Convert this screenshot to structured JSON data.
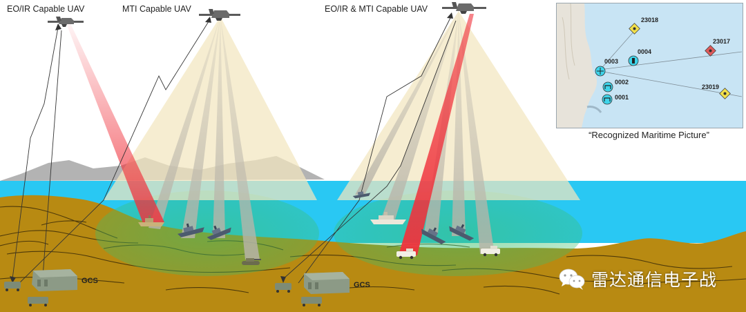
{
  "labels": {
    "uav_eoir": "EO/IR Capable UAV",
    "uav_mti": "MTI Capable UAV",
    "uav_both": "EO/IR & MTI Capable UAV",
    "gcs_left": "GCS",
    "gcs_right": "GCS"
  },
  "rmp": {
    "caption": "“Recognized Maritime Picture”",
    "tracks": [
      {
        "id": "23018",
        "type": "neutral"
      },
      {
        "id": "23017",
        "type": "hostile"
      },
      {
        "id": "23019",
        "type": "neutral"
      },
      {
        "id": "0004",
        "type": "friendly"
      },
      {
        "id": "0003",
        "type": "friendly"
      },
      {
        "id": "0002",
        "type": "friendly"
      },
      {
        "id": "0001",
        "type": "friendly"
      }
    ]
  },
  "watermark": {
    "icon": "wechat-icon",
    "text": "雷达通信电子战"
  },
  "colors": {
    "sea": "#29c8f3",
    "ground": "#b88a12",
    "mti_cone": "#f3e6bf",
    "eoir_beam": "#f0323c",
    "ellipse": "#3bbf6b",
    "friendly": "#3fd4ea",
    "neutral": "#f2e04a",
    "hostile": "#e05a5a"
  }
}
